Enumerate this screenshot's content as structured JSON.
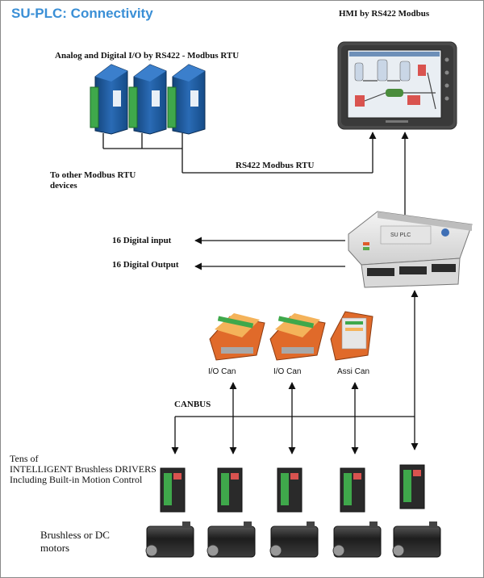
{
  "title": "SU-PLC: Connectivity",
  "labels": {
    "hmi": "HMI  by  RS422 Modbus",
    "io_modules": "Analog and Digital I/O  by RS422 - Modbus RTU",
    "other_devices_1": "To other  Modbus RTU",
    "other_devices_2": "devices",
    "rs422_bus": "RS422 Modbus RTU",
    "digital_input": "16 Digital input",
    "digital_output": "16 Digital Output",
    "can_module_1": "I/O Can",
    "can_module_2": "I/O Can",
    "can_module_3": "Assi Can",
    "canbus": "CANBUS",
    "drivers_1": "Tens of",
    "drivers_2": "INTELLIGENT Brushless  DRIVERS",
    "drivers_3": "Including Built-in Motion Control",
    "motors_1": "Brushless or DC",
    "motors_2": "motors",
    "plc_face": "SU PLC"
  },
  "colors": {
    "title": "#3a8fd6",
    "io_module": "#1e5a9c",
    "terminal_green": "#3fa84b",
    "can_orange": "#e06a2a",
    "driver_body": "#2a2a2a",
    "hmi_bezel": "#4a4a4a"
  }
}
